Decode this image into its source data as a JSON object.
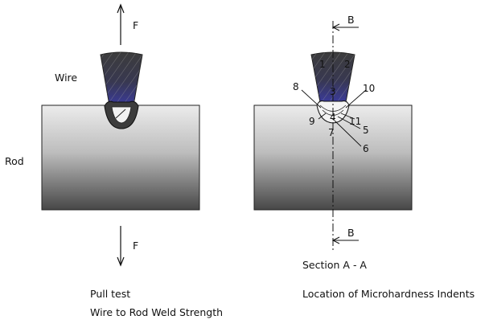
{
  "labels": {
    "force_top": "F",
    "force_bottom": "F",
    "wire": "Wire",
    "rod": "Rod",
    "section_mark_top": "B",
    "section_mark_bottom": "B",
    "section_title": "Section A - A"
  },
  "indent_numbers": [
    "1",
    "2",
    "3",
    "4",
    "5",
    "6",
    "7",
    "8",
    "9",
    "10",
    "11"
  ],
  "captions": {
    "left_line1": "Pull test",
    "left_line2": "Wire to Rod Weld Strength",
    "right": "Location of Microhardness Indents"
  },
  "colors": {
    "wire_dark": "#3a3a3a",
    "weld_blue": "#4a4a9a",
    "rod_light": "#e6e6e6",
    "rod_dark": "#4a4a4a",
    "line": "#111111"
  }
}
